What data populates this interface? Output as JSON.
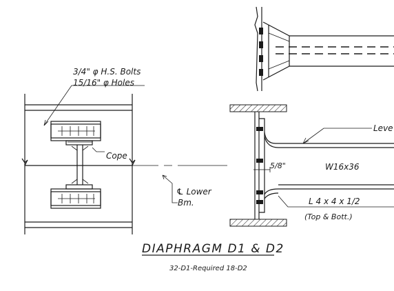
{
  "diagram": {
    "title": "DIAPHRAGM  D1 & D2",
    "subtitle": "32-D1-Required 18-D2",
    "labels": {
      "bolts": "3/4\" φ H.S. Bolts",
      "holes": "15/16\" φ Holes",
      "cope": "Cope",
      "centerline": "℄ Lower",
      "centerline_2": "Bm.",
      "level": "Leve",
      "gap": "5/8\"",
      "beam": "W16x36",
      "angle": "L  4 x 4 x 1/2",
      "angle_note": "(Top & Bott.)"
    }
  }
}
